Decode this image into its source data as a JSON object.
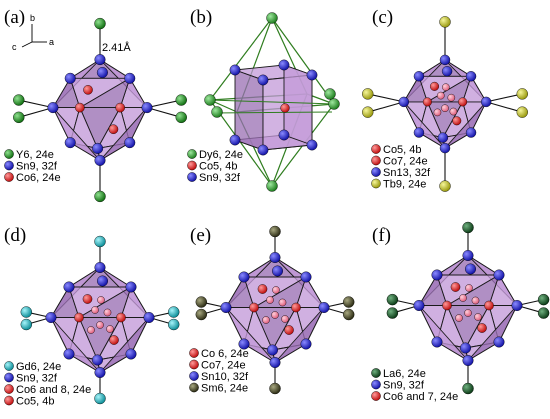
{
  "colors": {
    "face": "#c39ad8",
    "face_dark": "#9a6fb3",
    "edge": "#1a1a1a",
    "sn": "#1e1ec8",
    "co": "#e02020",
    "co_inner": "#f07a9a",
    "y": "#1f8f1f",
    "dy": "#2e9a2e",
    "tb": "#c8c81e",
    "gd": "#19b8c4",
    "sm": "#4a4a2a",
    "la": "#1a5c2a",
    "frame": "#2f7d1f"
  },
  "axes": {
    "a": "a",
    "b": "b",
    "c": "c"
  },
  "bond_label": "2.41Å",
  "panels": [
    {
      "letter": "(a)",
      "legend": [
        {
          "label": "Y6, 24e",
          "color_key": "y"
        },
        {
          "label": "Sn9, 32f",
          "color_key": "sn"
        },
        {
          "label": "Co6, 24e",
          "color_key": "co"
        }
      ]
    },
    {
      "letter": "(b)",
      "legend": [
        {
          "label": "Dy6, 24e",
          "color_key": "dy"
        },
        {
          "label": "Co5, 4b",
          "color_key": "co"
        },
        {
          "label": "Sn9, 32f",
          "color_key": "sn"
        }
      ]
    },
    {
      "letter": "(c)",
      "legend": [
        {
          "label": "Co5, 4b",
          "color_key": "co"
        },
        {
          "label": "Co7, 24e",
          "color_key": "co"
        },
        {
          "label": "Sn13, 32f",
          "color_key": "sn"
        },
        {
          "label": "Tb9, 24e",
          "color_key": "tb"
        }
      ]
    },
    {
      "letter": "(d)",
      "legend": [
        {
          "label": "Gd6, 24e",
          "color_key": "gd"
        },
        {
          "label": "Sn9, 32f",
          "color_key": "sn"
        },
        {
          "label": "Co6 and 8, 24e",
          "color_key": "co"
        },
        {
          "label": "Co5, 4b",
          "color_key": "co"
        }
      ]
    },
    {
      "letter": "(e)",
      "legend": [
        {
          "label": "Co 6, 24e",
          "color_key": "co"
        },
        {
          "label": "Co7, 24e",
          "color_key": "co"
        },
        {
          "label": "Sn10, 32f",
          "color_key": "sn"
        },
        {
          "label": "Sm6, 24e",
          "color_key": "sm"
        }
      ]
    },
    {
      "letter": "(f)",
      "legend": [
        {
          "label": "La6, 24e",
          "color_key": "la"
        },
        {
          "label": "Sn9, 32f",
          "color_key": "sn"
        },
        {
          "label": "Co6 and 7, 24e",
          "color_key": "co"
        }
      ]
    }
  ]
}
